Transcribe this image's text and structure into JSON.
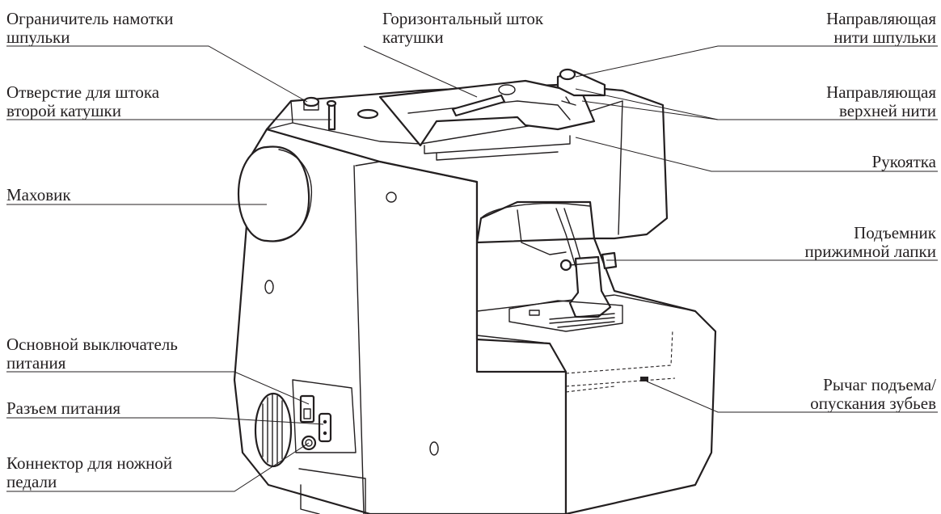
{
  "labels": {
    "bobbin_winder_stopper": [
      "Ограничитель намотки",
      "шпульки"
    ],
    "second_spool_hole": [
      "Отверстие для штока",
      "второй катушки"
    ],
    "handwheel": [
      "Маховик"
    ],
    "main_power_switch": [
      "Основной выключатель",
      "питания"
    ],
    "power_socket": [
      "Разъем питания"
    ],
    "foot_pedal_connector": [
      "Коннектор для ножной",
      "педали"
    ],
    "horizontal_spool_pin": [
      "Горизонтальный шток",
      "катушки"
    ],
    "bobbin_thread_guide": [
      "Направляющая",
      "нити шпульки"
    ],
    "upper_thread_guide": [
      "Направляющая",
      "верхней нити"
    ],
    "handle": [
      "Рукоятка"
    ],
    "presser_foot_lifter": [
      "Подъемник",
      "прижимной лапки"
    ],
    "feed_dog_lever": [
      "Рычаг подъема/",
      "опускания зубьев"
    ]
  }
}
